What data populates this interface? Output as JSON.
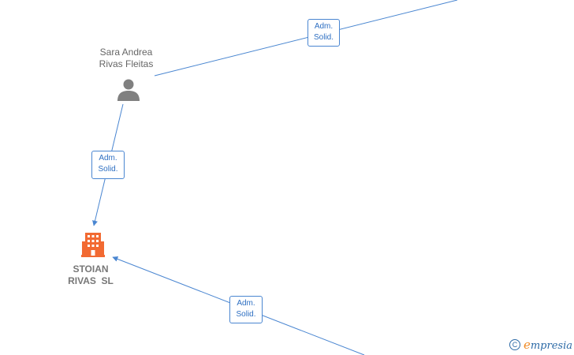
{
  "people": [
    {
      "name_line1": "Sara Andrea",
      "name_line2": "Rivas Fleitas"
    }
  ],
  "companies": [
    {
      "name_line1": "STOIAN",
      "name_line2": "RIVAS  SL"
    }
  ],
  "edges": [
    {
      "line1": "Adm.",
      "line2": "Solid."
    },
    {
      "line1": "Adm.",
      "line2": "Solid."
    },
    {
      "line1": "Adm.",
      "line2": "Solid."
    }
  ],
  "brand": {
    "copyright": "C",
    "first_letter": "e",
    "rest": "mpresia"
  },
  "colors": {
    "edge": "#4a86d1",
    "company_icon": "#f26a32",
    "person_icon": "#808080"
  },
  "icons": [
    "person-icon",
    "building-icon",
    "copyright-icon"
  ]
}
